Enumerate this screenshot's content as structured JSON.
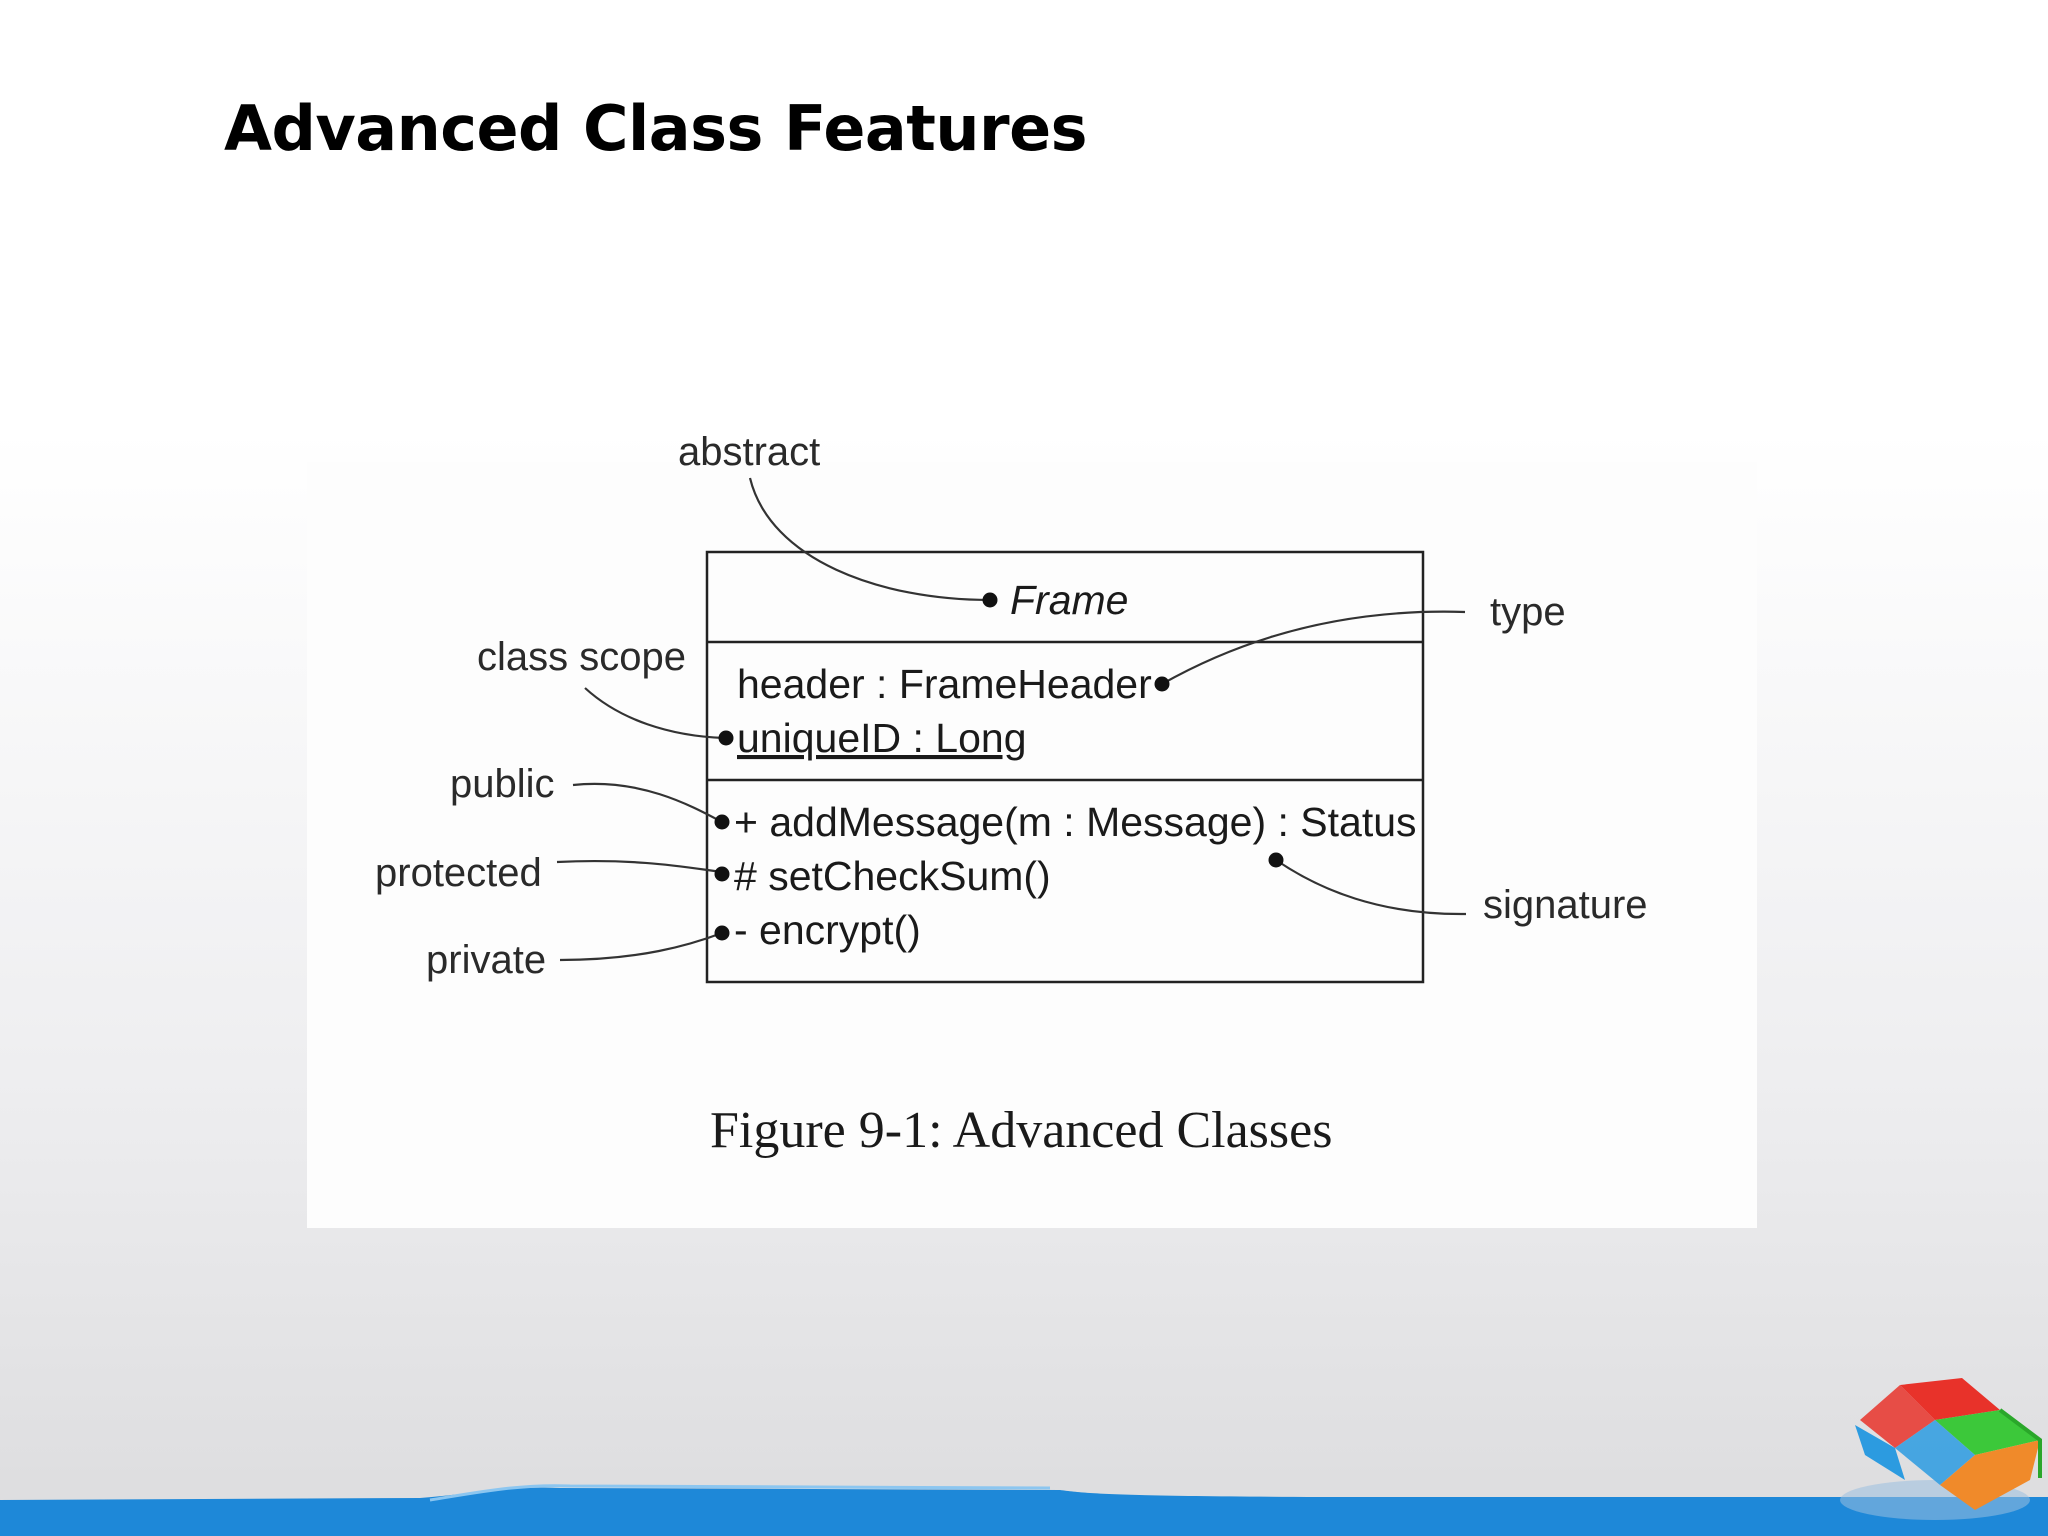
{
  "slide": {
    "title": "Advanced Class Features"
  },
  "diagram": {
    "class_name": "Frame",
    "attributes": [
      "header : FrameHeader",
      "uniqueID : Long"
    ],
    "operations": [
      "+ addMessage(m : Message) : Status",
      "# setCheckSum()",
      "- encrypt()"
    ],
    "annotations": {
      "abstract": "abstract",
      "type": "type",
      "class_scope": "class scope",
      "public": "public",
      "protected": "protected",
      "private": "private",
      "signature": "signature"
    },
    "caption": "Figure 9-1: Advanced Classes"
  },
  "colors": {
    "footer_bar": "#1e88d8",
    "logo_red": "#e8322a",
    "logo_green": "#3cc83a",
    "logo_blue": "#2c9be0",
    "logo_orange": "#f08a2a"
  }
}
